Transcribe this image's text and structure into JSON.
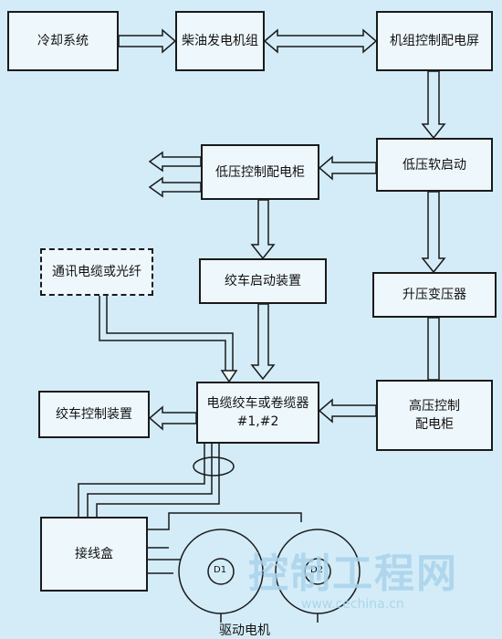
{
  "nodes": {
    "cooling": "冷却系统",
    "diesel_genset": "柴油发电机组",
    "genset_panel": "机组控制配电屏",
    "lv_cabinet": "低压控制配电柜",
    "lv_soft_start": "低压软启动",
    "winch_starter": "绞车启动装置",
    "comm_cable": "通讯电缆或光纤",
    "step_up": "升压变压器",
    "cable_winch": "电缆绞车或卷缆器",
    "cable_winch_ids": "#1,#2",
    "winch_control": "绞车控制装置",
    "hv_cabinet_line1": "高压控制",
    "hv_cabinet_line2": "配电柜",
    "junction_box": "接线盒",
    "motor_d1": "D1",
    "motor_d2": "D2",
    "drive_motor": "驱动电机"
  },
  "watermark": {
    "text": "控制工程网",
    "url": "www.cechina.cn"
  },
  "colors": {
    "background": "#d3ecf8",
    "box_fill": "#eef7fc",
    "line": "#1a1a1a",
    "watermark": "#a9d3ea"
  }
}
